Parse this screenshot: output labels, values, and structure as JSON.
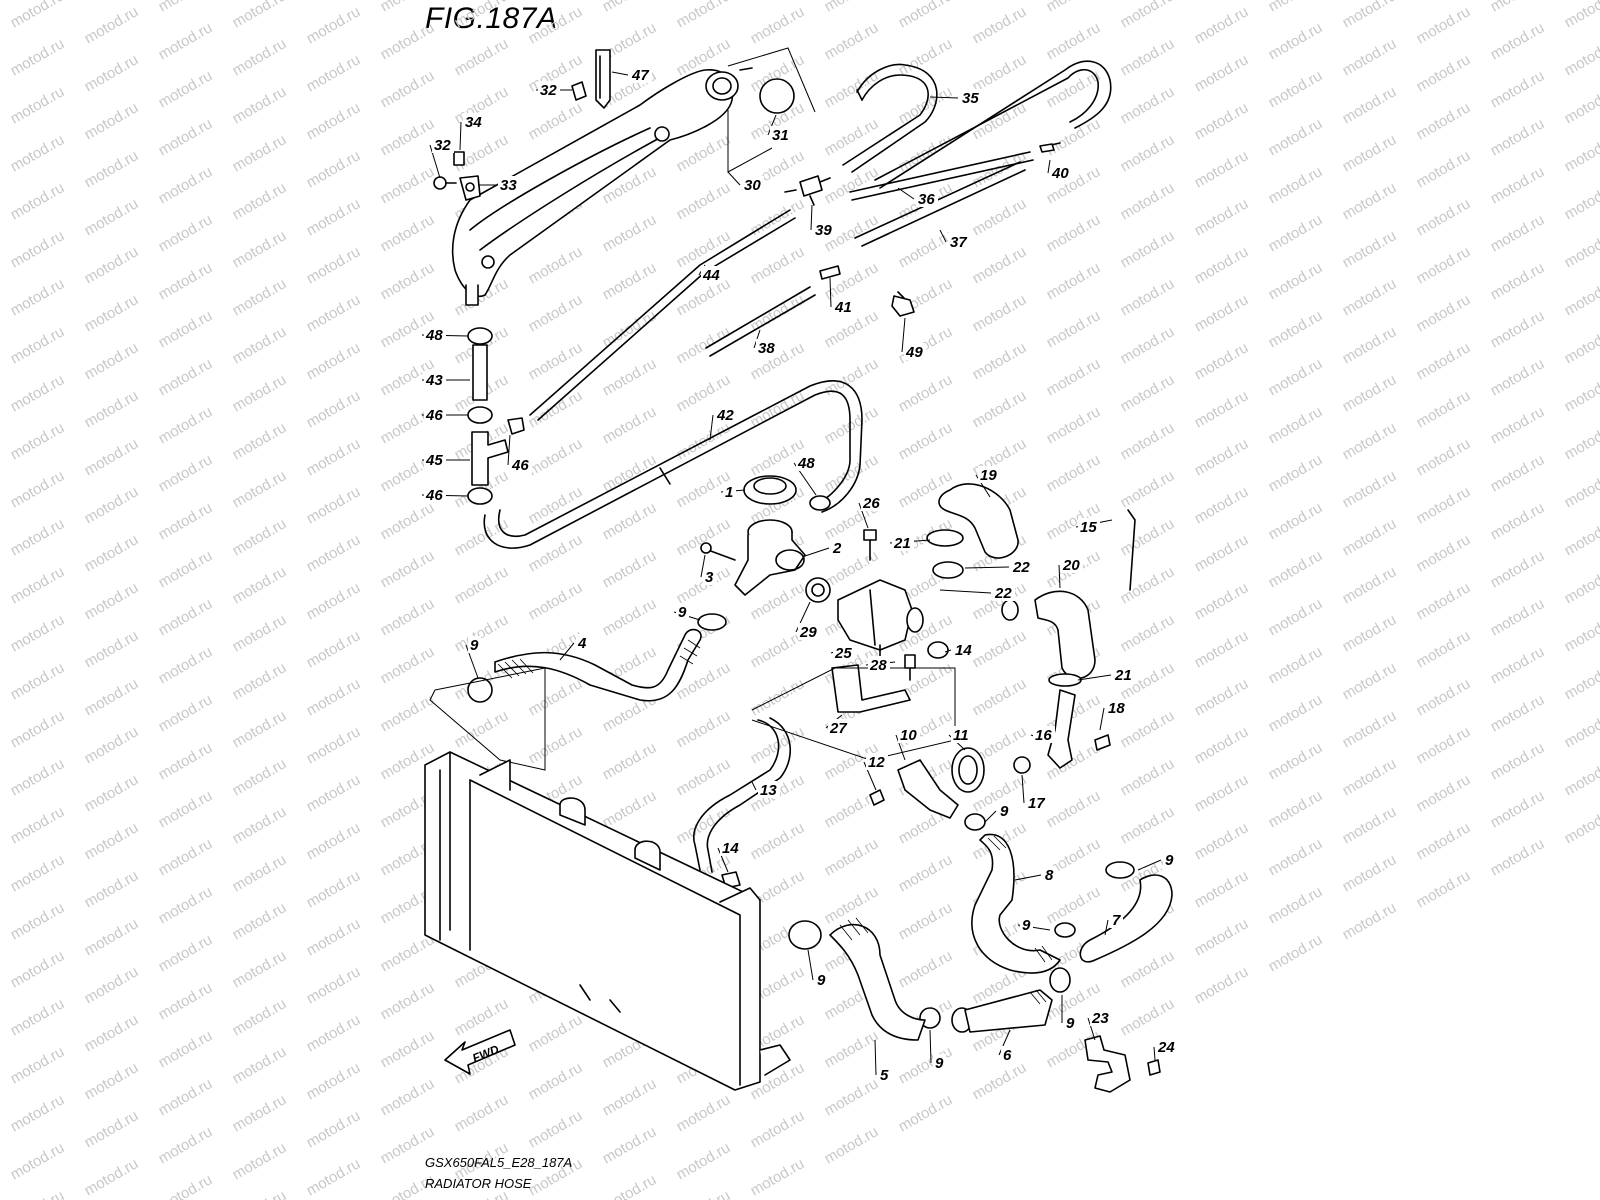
{
  "figure": {
    "title": "FIG.187A",
    "model_code": "GSX650FAL5_E28_187A",
    "diagram_title": "RADIATOR HOSE",
    "direction_label": "FWD"
  },
  "watermark": {
    "text": "motod.ru"
  },
  "callouts": [
    {
      "id": "c47",
      "label": "47"
    },
    {
      "id": "c32a",
      "label": "32"
    },
    {
      "id": "c35",
      "label": "35"
    },
    {
      "id": "c31",
      "label": "31"
    },
    {
      "id": "c34",
      "label": "34"
    },
    {
      "id": "c32b",
      "label": "32"
    },
    {
      "id": "c33",
      "label": "33"
    },
    {
      "id": "c30",
      "label": "30"
    },
    {
      "id": "c36",
      "label": "36"
    },
    {
      "id": "c40",
      "label": "40"
    },
    {
      "id": "c39",
      "label": "39"
    },
    {
      "id": "c37",
      "label": "37"
    },
    {
      "id": "c44",
      "label": "44"
    },
    {
      "id": "c41",
      "label": "41"
    },
    {
      "id": "c48a",
      "label": "48"
    },
    {
      "id": "c38",
      "label": "38"
    },
    {
      "id": "c49",
      "label": "49"
    },
    {
      "id": "c43",
      "label": "43"
    },
    {
      "id": "c46a",
      "label": "46"
    },
    {
      "id": "c42",
      "label": "42"
    },
    {
      "id": "c45",
      "label": "45"
    },
    {
      "id": "c46b",
      "label": "46"
    },
    {
      "id": "c46c",
      "label": "46"
    },
    {
      "id": "c48b",
      "label": "48"
    },
    {
      "id": "c1",
      "label": "1"
    },
    {
      "id": "c26",
      "label": "26"
    },
    {
      "id": "c19",
      "label": "19"
    },
    {
      "id": "c21a",
      "label": "21"
    },
    {
      "id": "c15",
      "label": "15"
    },
    {
      "id": "c2",
      "label": "2"
    },
    {
      "id": "c3",
      "label": "3"
    },
    {
      "id": "c22a",
      "label": "22"
    },
    {
      "id": "c22b",
      "label": "22"
    },
    {
      "id": "c20",
      "label": "20"
    },
    {
      "id": "c9a",
      "label": "9"
    },
    {
      "id": "c4",
      "label": "4"
    },
    {
      "id": "c29",
      "label": "29"
    },
    {
      "id": "c25",
      "label": "25"
    },
    {
      "id": "c14a",
      "label": "14"
    },
    {
      "id": "c9b",
      "label": "9"
    },
    {
      "id": "c28",
      "label": "28"
    },
    {
      "id": "c21b",
      "label": "21"
    },
    {
      "id": "c18",
      "label": "18"
    },
    {
      "id": "c27",
      "label": "27"
    },
    {
      "id": "c10",
      "label": "10"
    },
    {
      "id": "c11",
      "label": "11"
    },
    {
      "id": "c16",
      "label": "16"
    },
    {
      "id": "c12",
      "label": "12"
    },
    {
      "id": "c13",
      "label": "13"
    },
    {
      "id": "c17",
      "label": "17"
    },
    {
      "id": "c9c",
      "label": "9"
    },
    {
      "id": "c14b",
      "label": "14"
    },
    {
      "id": "c8",
      "label": "8"
    },
    {
      "id": "c9d",
      "label": "9"
    },
    {
      "id": "c7",
      "label": "7"
    },
    {
      "id": "c9e",
      "label": "9"
    },
    {
      "id": "c9f",
      "label": "9"
    },
    {
      "id": "c9g",
      "label": "9"
    },
    {
      "id": "c23",
      "label": "23"
    },
    {
      "id": "c24",
      "label": "24"
    },
    {
      "id": "c9h",
      "label": "9"
    },
    {
      "id": "c6",
      "label": "6"
    },
    {
      "id": "c5",
      "label": "5"
    }
  ]
}
